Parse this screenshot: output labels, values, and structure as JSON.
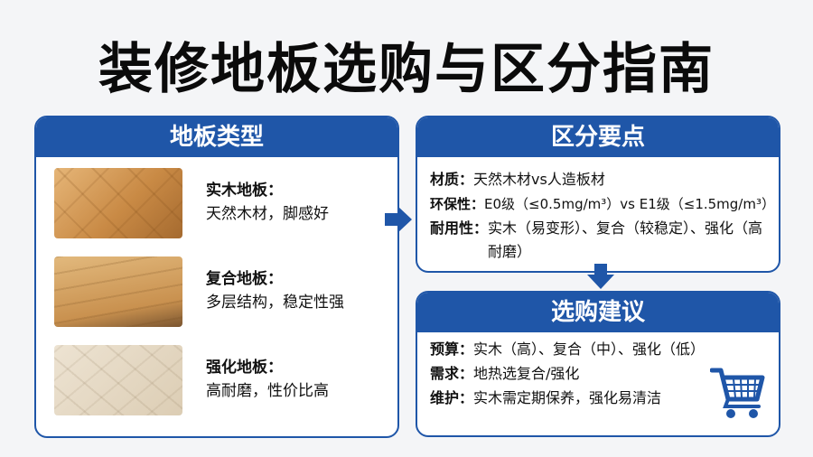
{
  "title": "装修地板选购与区分指南",
  "types": {
    "header": "地板类型",
    "items": [
      {
        "title": "实木地板：",
        "desc": "天然木材，脚感好"
      },
      {
        "title": "复合地板：",
        "desc": "多层结构，稳定性强"
      },
      {
        "title": "强化地板：",
        "desc": "高耐磨，性价比高"
      }
    ]
  },
  "points": {
    "header": "区分要点",
    "rows": [
      {
        "label": "材质：",
        "value": "天然木材vs人造板材"
      },
      {
        "label": "环保性：",
        "value": "E0级（≤0.5mg/m³）vs E1级（≤1.5mg/m³）"
      },
      {
        "label": "耐用性：",
        "value": "实木（易变形）、复合（较稳定）、强化（高耐磨）"
      }
    ]
  },
  "advice": {
    "header": "选购建议",
    "rows": [
      {
        "label": "预算：",
        "value": "实木（高）、复合（中）、强化（低）"
      },
      {
        "label": "需求：",
        "value": "地热选复合/强化"
      },
      {
        "label": "维护：",
        "value": "实木需定期保养，强化易清洁"
      }
    ]
  },
  "colors": {
    "accent": "#1f56a8",
    "background": "#f4f5f7"
  },
  "icons": [
    "arrow-right-icon",
    "arrow-down-icon",
    "shopping-cart-icon"
  ]
}
